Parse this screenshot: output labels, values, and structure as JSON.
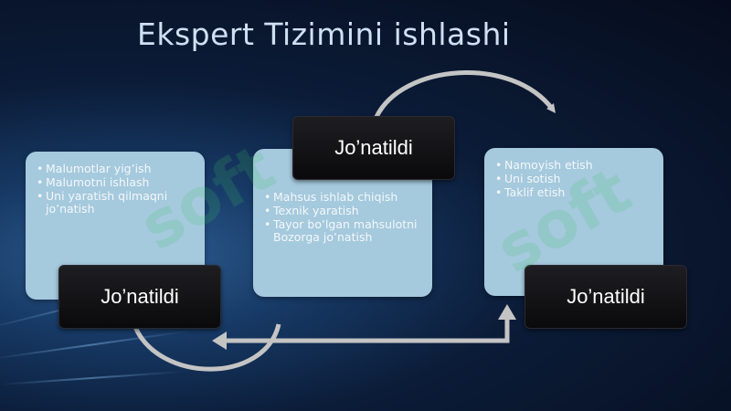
{
  "title": "Ekspert Tizimini ishlashi",
  "cards": [
    {
      "items": [
        "Malumotlar yig’ish",
        "Malumotni ishlash",
        "Uni yaratish qilmaqni jo’natish"
      ],
      "label": "Jo’natildi"
    },
    {
      "items": [
        "Mahsus ishlab chiqish",
        "Texnik yaratish",
        "Tayor bo’lgan mahsulotni Bozorga jo’natish"
      ],
      "label": "Jo’natildi"
    },
    {
      "items": [
        "Namoyish etish",
        "Uni sotish",
        "Taklif etish"
      ],
      "label": "Jo’natildi"
    }
  ],
  "watermark": "soft",
  "colors": {
    "card": "#a5c9dd",
    "label_bg": "#111114",
    "arrow": "#c4c4c4",
    "title": "#cfe0f3"
  }
}
